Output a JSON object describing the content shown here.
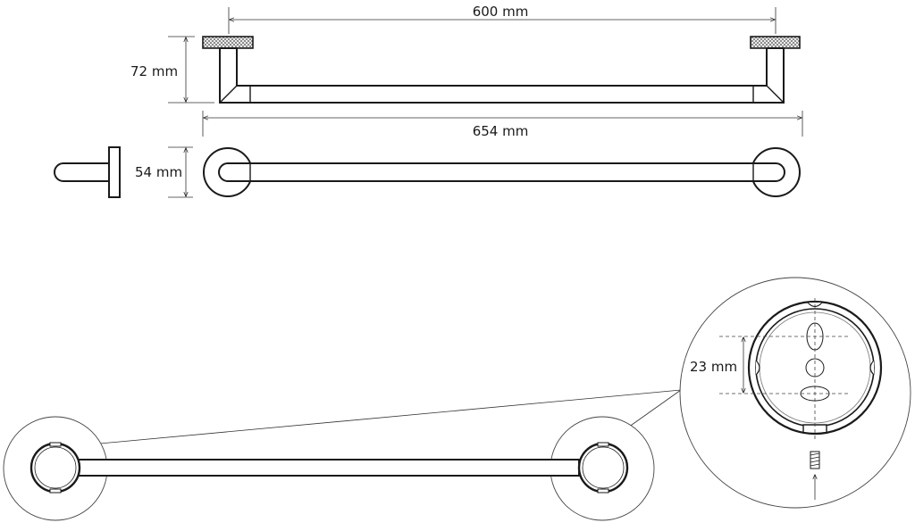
{
  "dimensions": {
    "width_top": "600 mm",
    "height_side": "72 mm",
    "overall_width": "654 mm",
    "depth": "54 mm",
    "hole_spacing": "23 mm"
  }
}
